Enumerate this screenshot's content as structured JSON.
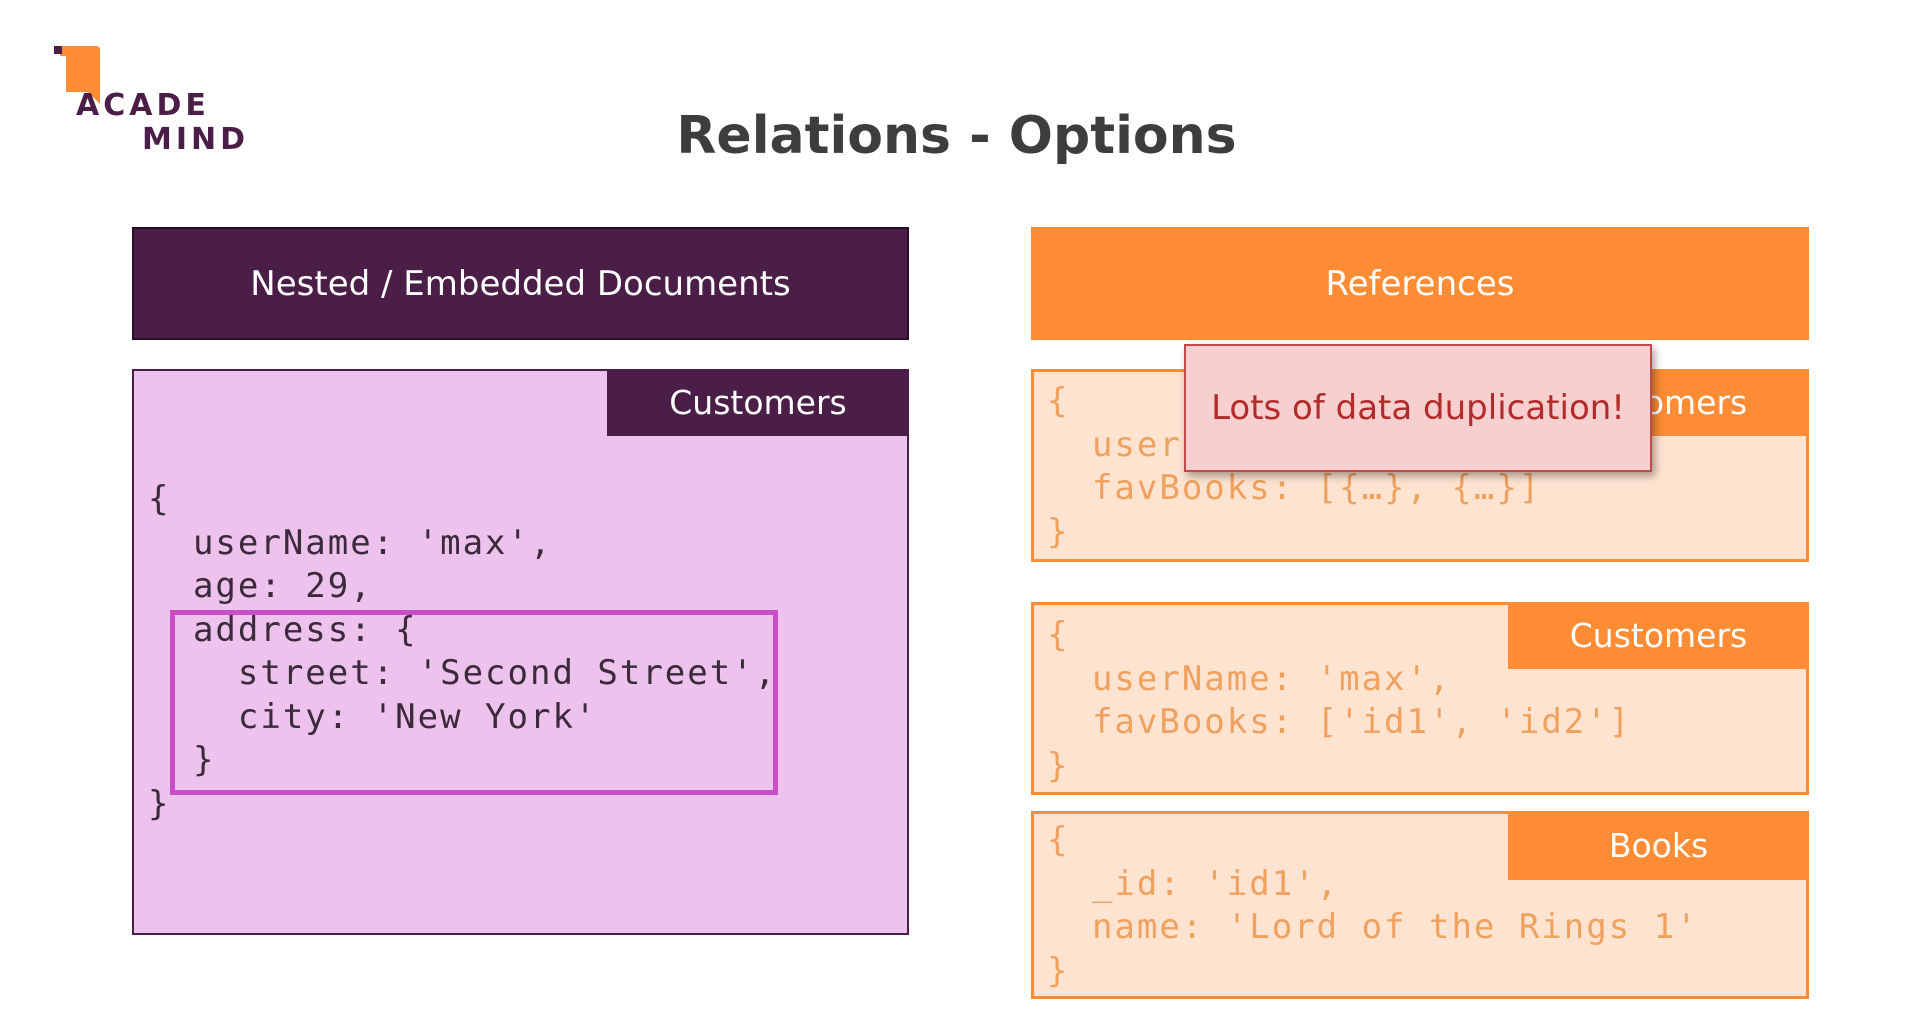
{
  "logo": {
    "line1": "ACADE",
    "line2": "MIND"
  },
  "title": "Relations - Options",
  "left": {
    "header": "Nested / Embedded Documents",
    "collection": "Customers",
    "code": "{\n  userName: 'max',\n  age: 29,\n  address: {\n    street: 'Second Street',\n    city: 'New York'\n  }\n}"
  },
  "right": {
    "header": "References",
    "docs": [
      {
        "collection": "Customers",
        "code": "{\n  userName: 'max',\n  favBooks: [{…}, {…}]\n}"
      },
      {
        "collection": "Customers",
        "code": "{\n  userName: 'max',\n  favBooks: ['id1', 'id2']\n}"
      },
      {
        "collection": "Books",
        "code": "{\n  _id: 'id1',\n  name: 'Lord of the Rings 1'\n}"
      }
    ]
  },
  "callout": "Lots of data duplication!",
  "colors": {
    "purple_dark": "#4a1e47",
    "purple_light": "#edc2ec",
    "highlight": "#c94dc6",
    "orange": "#fd8c35",
    "orange_light": "#fde3d0",
    "callout_bg": "#f7cfcf",
    "callout_text": "#b22a2a"
  }
}
